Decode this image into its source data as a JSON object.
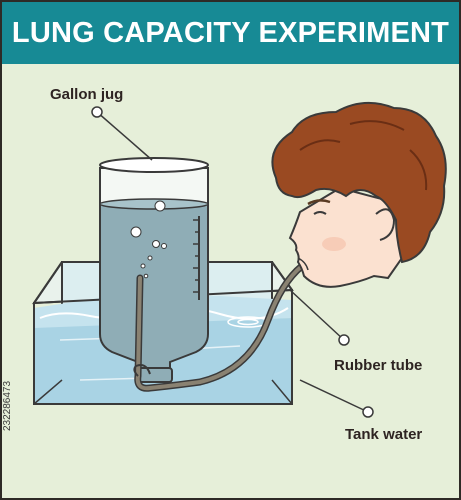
{
  "title": "LUNG CAPACITY EXPERIMENT",
  "labels": {
    "gallon_jug": "Gallon jug",
    "rubber_tube": "Rubber tube",
    "tank_water": "Tank water"
  },
  "side_id": "232286473",
  "colors": {
    "background": "#e6efd9",
    "title_bar": "#178a95",
    "title_text": "#ffffff",
    "water": "#a9d3e4",
    "jug_water": "#8fadb6",
    "hair": "#9a4a22",
    "skin": "#fbe1d0",
    "tube": "#6e6557"
  }
}
